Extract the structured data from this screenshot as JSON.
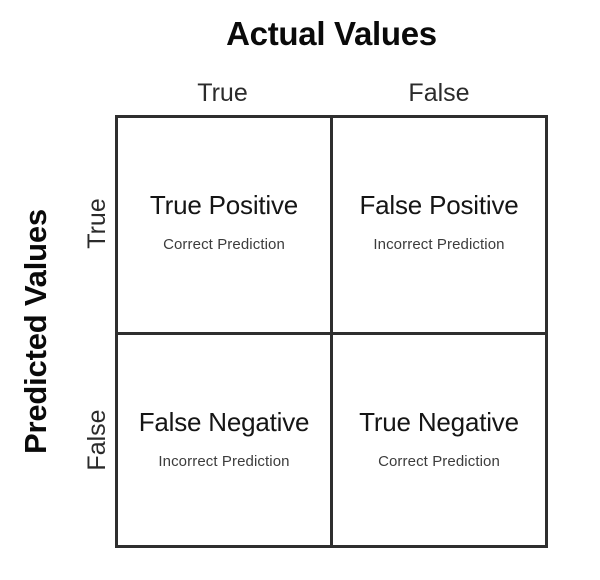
{
  "diagram": {
    "kind": "confusion-matrix",
    "axis_titles": {
      "columns": "Actual Values",
      "rows": "Predicted Values"
    },
    "column_headers": [
      "True",
      "False"
    ],
    "row_headers": [
      "True",
      "False"
    ],
    "cells": [
      {
        "id": "true-positive",
        "title": "True Positive",
        "subtitle": "Correct Prediction",
        "row": "True",
        "column": "True"
      },
      {
        "id": "false-positive",
        "title": "False Positive",
        "subtitle": "Incorrect Prediction",
        "row": "True",
        "column": "False"
      },
      {
        "id": "false-negative",
        "title": "False Negative",
        "subtitle": "Incorrect Prediction",
        "row": "False",
        "column": "True"
      },
      {
        "id": "true-negative",
        "title": "True Negative",
        "subtitle": "Correct Prediction",
        "row": "False",
        "column": "False"
      }
    ],
    "colors": {
      "background": "#ffffff",
      "grid_line": "#2f2f2f",
      "heading_text": "#0a0a0a",
      "label_text": "#2b2b2b",
      "cell_title_text": "#151515",
      "cell_subtitle_text": "#3c3c3c"
    }
  }
}
